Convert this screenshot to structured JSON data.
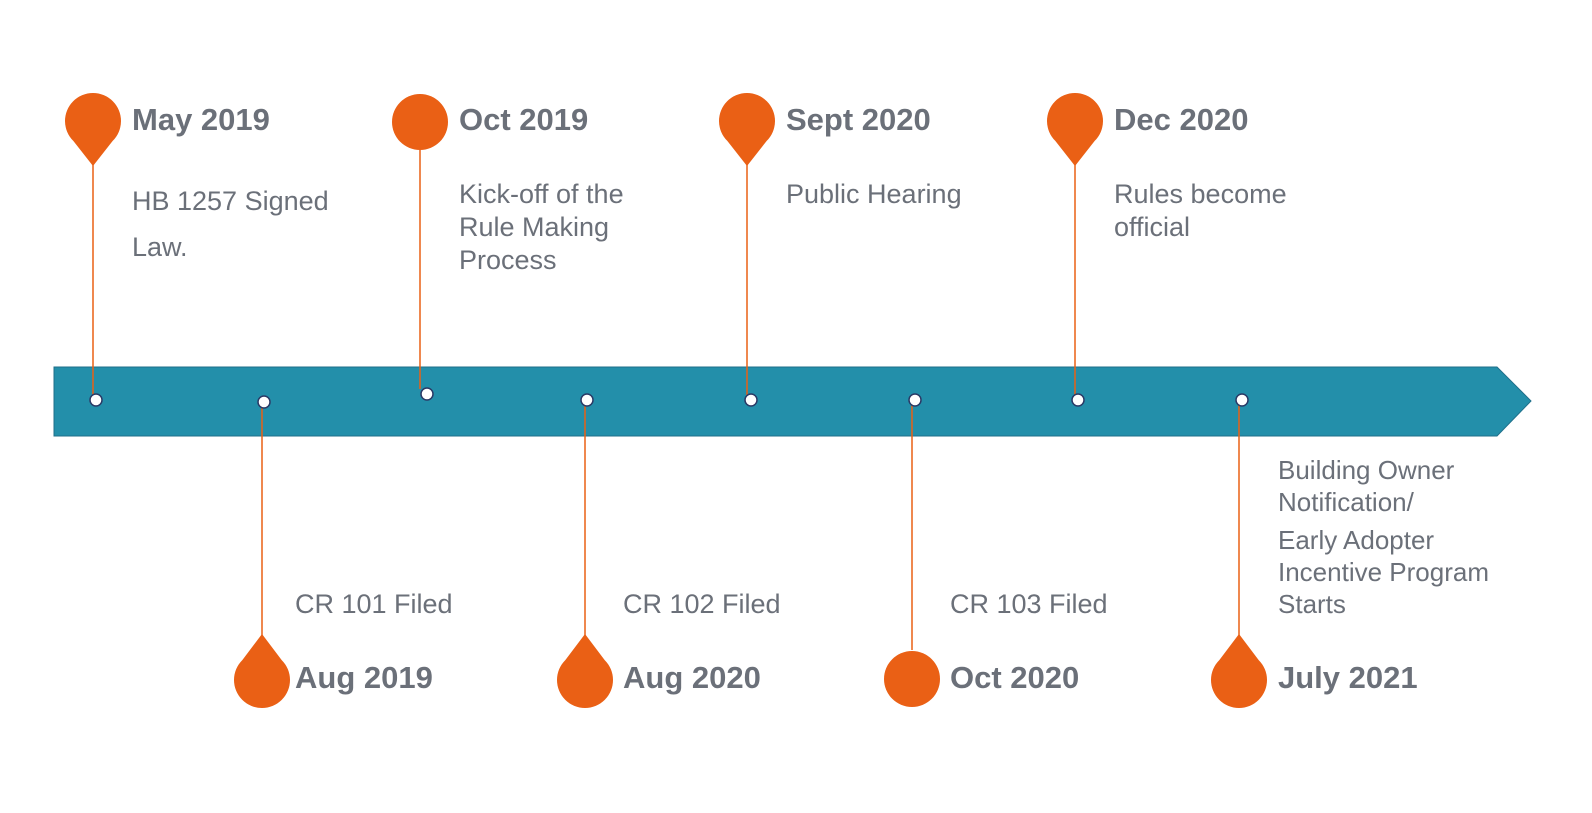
{
  "colors": {
    "bar": "#238faa",
    "bar_edge": "#1f6f8a",
    "pin": "#ea6015",
    "line": "#ea6015",
    "text": "#6b7079",
    "node": "#ffffff"
  },
  "timeline": {
    "top": [
      {
        "date": "May 2019",
        "desc": "HB 1257 Signed\nLaw."
      },
      {
        "date": "Oct 2019",
        "desc": "Kick-off of the\nRule Making\nProcess"
      },
      {
        "date": "Sept 2020",
        "desc": "Public Hearing"
      },
      {
        "date": "Dec 2020",
        "desc": "Rules become\nofficial"
      }
    ],
    "bottom": [
      {
        "date": "Aug 2019",
        "desc": "CR 101 Filed"
      },
      {
        "date": "Aug 2020",
        "desc": "CR 102 Filed"
      },
      {
        "date": "Oct 2020",
        "desc": "CR 103 Filed"
      },
      {
        "date": "July 2021",
        "desc": "Building Owner\nNotification/",
        "desc2": "Early Adopter\nIncentive Program\nStarts"
      }
    ]
  }
}
